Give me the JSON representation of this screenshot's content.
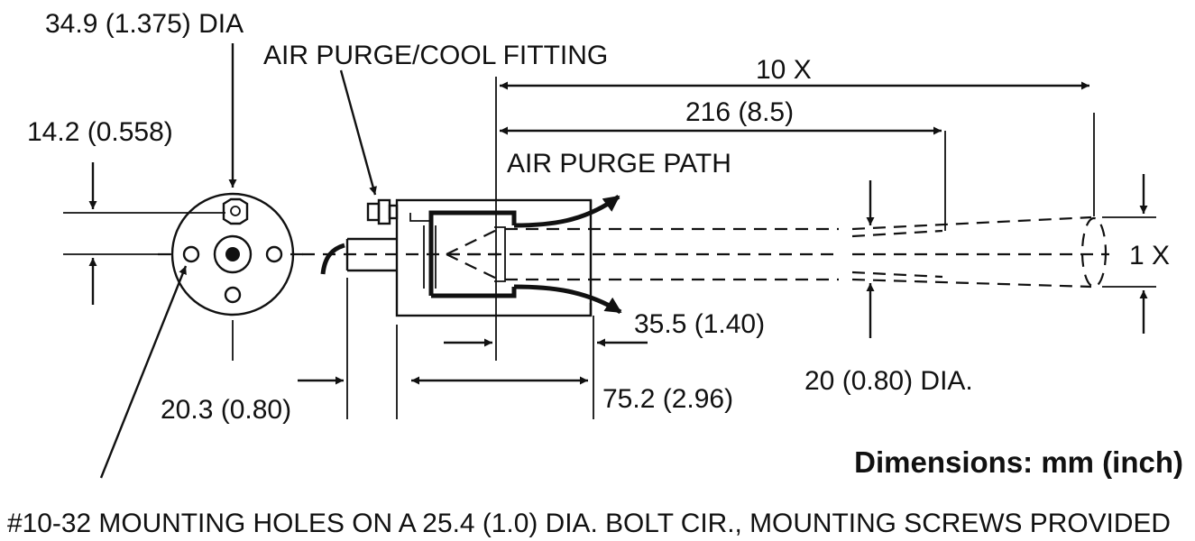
{
  "labels": {
    "body_diameter": "34.9 (1.375) DIA",
    "fitting": "AIR PURGE/COOL FITTING",
    "ten_x": "10 X",
    "focal_distance": "216 (8.5)",
    "offset": "14.2 (0.558)",
    "purge_path": "AIR PURGE PATH",
    "one_x": "1 X",
    "front_length": "35.5 (1.40)",
    "spot_diameter": "20 (0.80) DIA.",
    "rear_length": "20.3 (0.80)",
    "body_length": "75.2 (2.96)",
    "units": "Dimensions: mm (inch)",
    "mounting_note": "#10-32 MOUNTING HOLES ON A 25.4 (1.0) DIA. BOLT CIR., MOUNTING SCREWS PROVIDED"
  }
}
